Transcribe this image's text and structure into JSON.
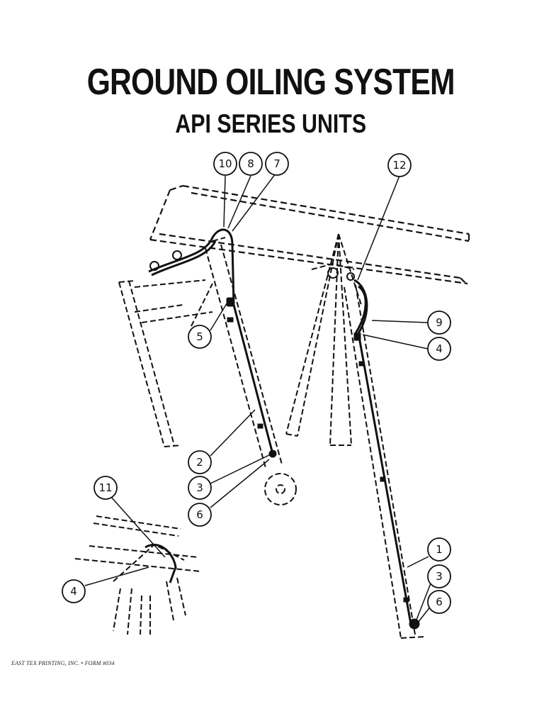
{
  "header": {
    "title": "GROUND OILING SYSTEM",
    "subtitle": "API SERIES UNITS"
  },
  "callouts": [
    {
      "id": "c-10",
      "label": "10"
    },
    {
      "id": "c-8",
      "label": "8"
    },
    {
      "id": "c-7",
      "label": "7"
    },
    {
      "id": "c-12",
      "label": "12"
    },
    {
      "id": "c-9",
      "label": "9"
    },
    {
      "id": "c-4a",
      "label": "4"
    },
    {
      "id": "c-5",
      "label": "5"
    },
    {
      "id": "c-2",
      "label": "2"
    },
    {
      "id": "c-3a",
      "label": "3"
    },
    {
      "id": "c-6a",
      "label": "6"
    },
    {
      "id": "c-11",
      "label": "11"
    },
    {
      "id": "c-4b",
      "label": "4"
    },
    {
      "id": "c-1",
      "label": "1"
    },
    {
      "id": "c-3b",
      "label": "3"
    },
    {
      "id": "c-6b",
      "label": "6"
    }
  ],
  "footer": {
    "text": "EAST TEX PRINTING, INC. • FORM #034"
  }
}
